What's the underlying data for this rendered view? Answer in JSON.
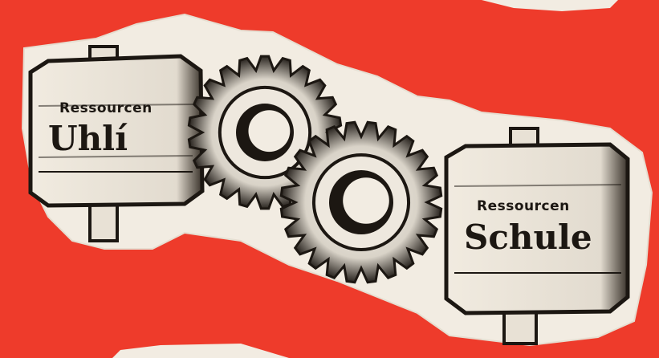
{
  "left_sign": {
    "line1": "Ressourcen",
    "line2": "Uhlí"
  },
  "right_sign": {
    "line1": "Ressourcen",
    "line2": "Schule"
  },
  "colors": {
    "background": "#ee3b2b",
    "paper": "#f2ece2",
    "ink": "#1c1712"
  }
}
